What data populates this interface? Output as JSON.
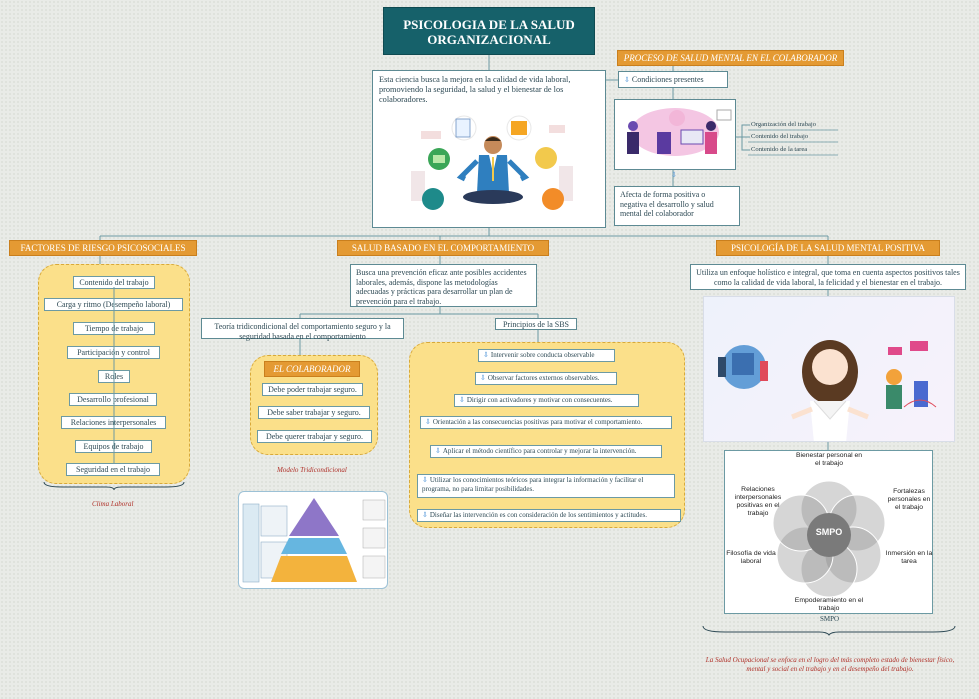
{
  "title": {
    "line1": "PSICOLOGIA DE LA SALUD",
    "line2": "ORGANIZACIONAL"
  },
  "intro": "Esta ciencia busca la mejora en la calidad de vida laboral, promoviendo la seguridad, la salud y el bienestar de los colaboradores.",
  "proceso": {
    "header": "PROCESO DE SALUD MENTAL EN EL COLABORADOR",
    "condiciones": "Condiciones presentes",
    "ramas": [
      "Organización del trabajo",
      "Contenido del trabajo",
      "Contenido de la tarea"
    ],
    "afecta": "Afecta de forma positiva o negativa el desarrollo y salud mental del colaborador"
  },
  "factores": {
    "header": "FACTORES DE RIESGO PSICOSOCIALES",
    "items": [
      "Contenido del trabajo",
      "Carga y ritmo (Desempeño laboral)",
      "Tiempo de trabajo",
      "Participación y control",
      "Roles",
      "Desarrollo profesional",
      "Relaciones interpersonales",
      "Equipos de trabajo",
      "Seguridad en el trabajo"
    ],
    "caption": "Clima Laboral"
  },
  "comportamiento": {
    "header": "SALUD BASADO EN EL COMPORTAMIENTO",
    "desc": "Busca una prevención eficaz ante posibles accidentes laborales, además, dispone las metodologías adecuadas y prácticas para desarrollar un plan de prevención para el trabajo.",
    "teoria": "Teoría tridicondicional del comportamiento seguro y la seguridad basada en el comportamiento",
    "colaborador": {
      "header": "EL COLABORADOR",
      "items": [
        "Debe poder trabajar seguro.",
        "Debe saber trabajar y seguro.",
        "Debe querer trabajar y seguro."
      ]
    },
    "modelo_caption": "Modelo Tridicondicional",
    "principios": {
      "header": "Principios de la SBS",
      "items": [
        "Intervenir sobre conducta observable",
        "Observar factores externos observables.",
        "Dirigir con activadores y motivar con consecuentes.",
        "Orientación a las consecuencias positivas para motivar el comportamiento.",
        "Aplicar el método científico para controlar y mejorar la intervención.",
        "Utilizar los conocimientos teóricos para integrar la información y facilitar el programa, no para limitar posibilidades.",
        "Diseñar las intervención es con consideración de los sentimientos y actitudes."
      ]
    }
  },
  "positiva": {
    "header": "PSICOLOGÍA DE LA SALUD MENTAL POSITIVA",
    "desc": "Utiliza un enfoque holístico e integral, que toma en cuenta aspectos positivos tales como la calidad de vida laboral, la felicidad y el bienestar en el trabajo.",
    "smpo": {
      "center": "SMPO",
      "labels": [
        "Bienestar personal en el trabajo",
        "Fortalezas personales en el trabajo",
        "Inmersión en la tarea",
        "Empoderamiento en el trabajo",
        "Filosofía de vida laboral",
        "Relaciones interpersonales positivas en el trabajo"
      ]
    },
    "smpo_caption": "SMPO",
    "footer": "La Salud Ocupacional se enfoca en el logro del más completo estado de bienestar físico, mental y social en el trabajo y en el desempeño del trabajo."
  },
  "colors": {
    "teal": "#16616a",
    "orange": "#e49a33",
    "yellow": "#fbe08a"
  }
}
